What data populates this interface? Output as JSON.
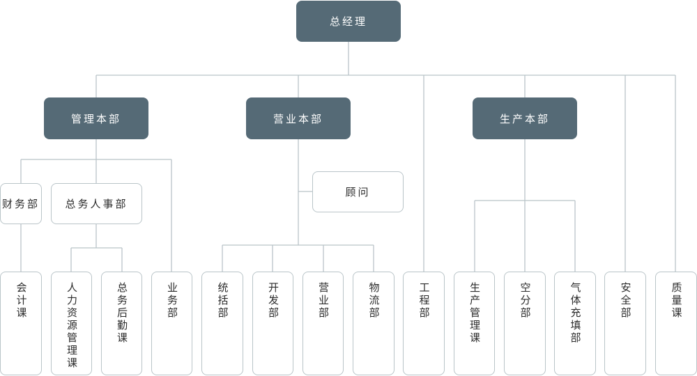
{
  "colors": {
    "dark_node": "#556a76",
    "line": "#b9c4c8"
  },
  "root": "总经理",
  "divisions": {
    "management": "管理本部",
    "sales": "营业本部",
    "production": "生产本部"
  },
  "mid": {
    "finance": "财务部",
    "general_affairs": "总务人事部",
    "advisor": "顾问"
  },
  "leaves": {
    "accounting": "会计课",
    "hr": "人力资源管理课",
    "logistics_support": "总务后勤课",
    "business": "业务部",
    "coordination": "统括部",
    "development": "开发部",
    "sales_dept": "营业部",
    "distribution": "物流部",
    "engineering": "工程部",
    "production_mgmt": "生产管理课",
    "air_separation": "空分部",
    "gas_filling": "气体充填部",
    "safety": "安全部",
    "quality": "质量课"
  }
}
